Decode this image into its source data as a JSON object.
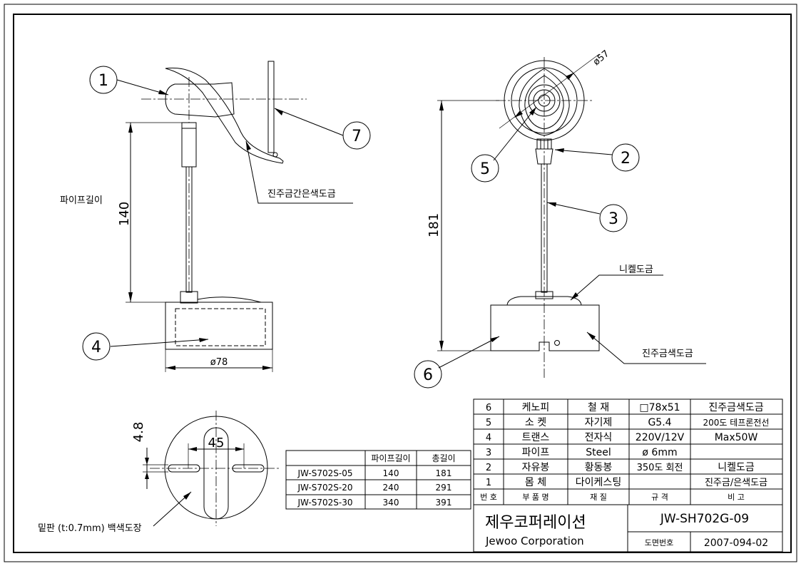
{
  "left_view": {
    "dim_height": "140",
    "dim_base": "ø78",
    "label_pipe_length": "파이프길이",
    "note_plating": "진주금간은색도금"
  },
  "right_view": {
    "dim_height": "181",
    "dim_head": "ø57",
    "note_nickel": "니켈도금",
    "note_pearl": "진주금색도금"
  },
  "bottom_view": {
    "dim_width": "45",
    "dim_slot": "4.8",
    "note_bottom": "밑판 (t:0.7mm) 백색도장"
  },
  "balloons": [
    "1",
    "2",
    "3",
    "4",
    "5",
    "6",
    "7"
  ],
  "length_table": {
    "headers": [
      "",
      "파이프길이",
      "총길이"
    ],
    "rows": [
      [
        "JW-S702S-05",
        "140",
        "181"
      ],
      [
        "JW-S702S-20",
        "240",
        "291"
      ],
      [
        "JW-S702S-30",
        "340",
        "391"
      ]
    ]
  },
  "parts_table": {
    "rows": [
      [
        "6",
        "케노피",
        "철  재",
        "□78x51",
        "진주금색도금"
      ],
      [
        "5",
        "소 켓",
        "자기제",
        "G5.4",
        "200도 테프론전선"
      ],
      [
        "4",
        "트랜스",
        "전자식",
        "220V/12V",
        "Max50W"
      ],
      [
        "3",
        "파이프",
        "Steel",
        "ø 6mm",
        ""
      ],
      [
        "2",
        "자유봉",
        "황동봉",
        "350도 회전",
        "니켈도금"
      ],
      [
        "1",
        "몸 체",
        "다이케스팅",
        "",
        "진주금/은색도금"
      ]
    ],
    "header": [
      "번 호",
      "부 품 명",
      "재 질",
      "규 격",
      "비 고"
    ]
  },
  "title_block": {
    "company_kr": "제우코퍼레이션",
    "company_en": "Jewoo Corporation",
    "drawing_code": "JW-SH702G-09",
    "drawing_no_label": "도면번호",
    "drawing_no": "2007-094-02"
  }
}
